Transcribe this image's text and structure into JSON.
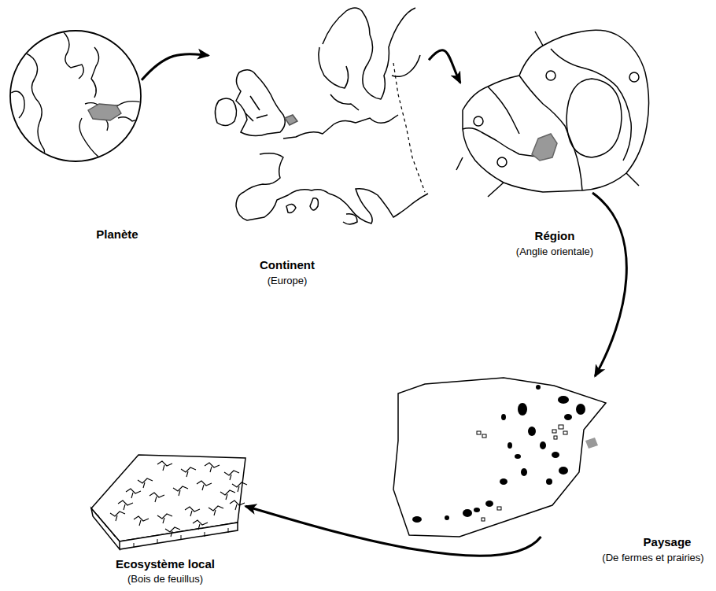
{
  "diagram": {
    "nodes": [
      {
        "text": [
          "Planète"
        ]
      },
      {
        "text": [
          "Continent",
          "(Europe)"
        ]
      },
      {
        "text": [
          "Région",
          "(Anglie orientale)"
        ]
      },
      {
        "text": [
          "Paysage",
          "(De fermes et prairies)"
        ]
      },
      {
        "text": [
          "Ecosystème local",
          "(Bois de feuillus)"
        ]
      }
    ],
    "edges": [
      {
        "from": 0,
        "to": 1,
        "arrow": "to"
      },
      {
        "from": 1,
        "to": 2,
        "arrow": "to"
      },
      {
        "from": 2,
        "to": 3,
        "arrow": "to"
      },
      {
        "from": 3,
        "to": 4,
        "arrow": "to"
      }
    ]
  }
}
